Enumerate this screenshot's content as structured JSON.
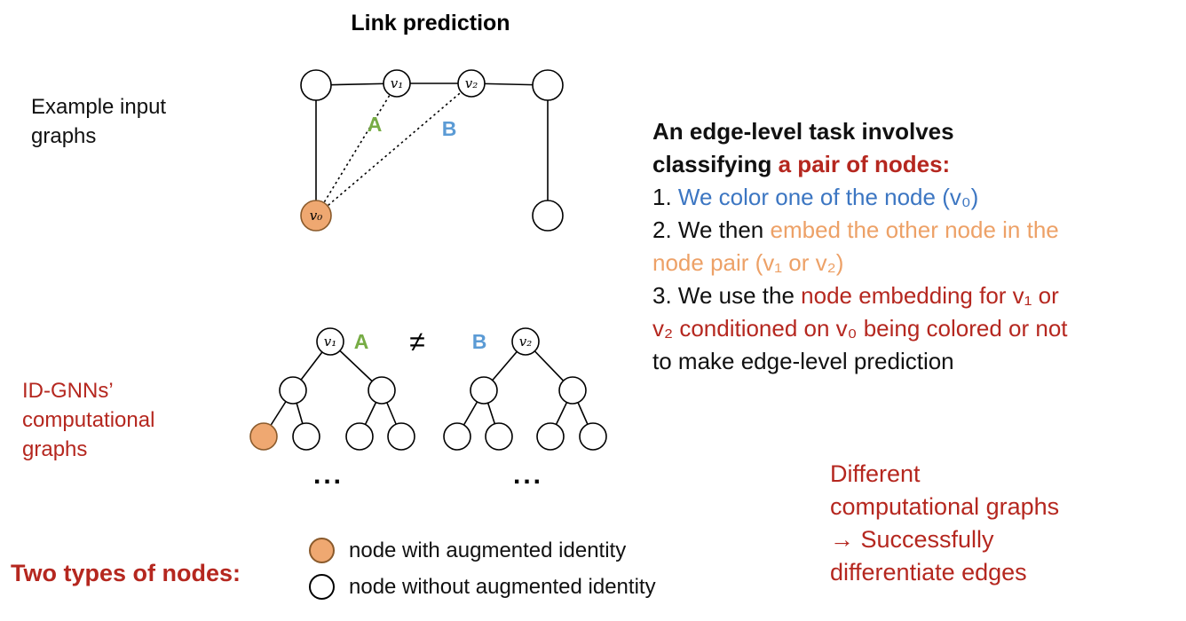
{
  "colors": {
    "dark_red": "#b5271f",
    "orange_text": "#eda167",
    "orange_node_fill": "#efa871",
    "orange_node_stroke": "#8a5a2b",
    "green_label": "#77ac45",
    "blue_text": "#3c76c2",
    "blue_label": "#5b9bd5"
  },
  "title": "Link prediction",
  "side_labels": {
    "example_input": "Example input graphs",
    "idgnn": "ID-GNNs’ computational graphs",
    "two_types": "Two types of nodes:"
  },
  "graph": {
    "v0": "v₀",
    "v1": "v₁",
    "v2": "v₂",
    "edge_a": "A",
    "edge_b": "B",
    "neq": "≠",
    "ellipsis": "..."
  },
  "explanation": {
    "line1": "An edge-level task involves",
    "line2_black": "classifying ",
    "line2_red": "a pair of nodes:",
    "line3_black": "1. ",
    "line3_blue": "We color one of the node (v₀)",
    "line4_black": "2. We then ",
    "line4_orange": "embed the other node in the",
    "line5_orange": "node pair (v₁ or v₂)",
    "line6_black": "3. We use the ",
    "line6_red": "node embedding for v₁ or",
    "line7_red": "v₂ conditioned on v₀ being colored or not",
    "line8_black": "to make edge-level prediction"
  },
  "legend": {
    "with_identity": "node with augmented identity",
    "without_identity": "node without augmented identity"
  },
  "conclusion": {
    "lines": [
      "Different",
      "computational graphs",
      "→ Successfully",
      "differentiate edges"
    ]
  }
}
